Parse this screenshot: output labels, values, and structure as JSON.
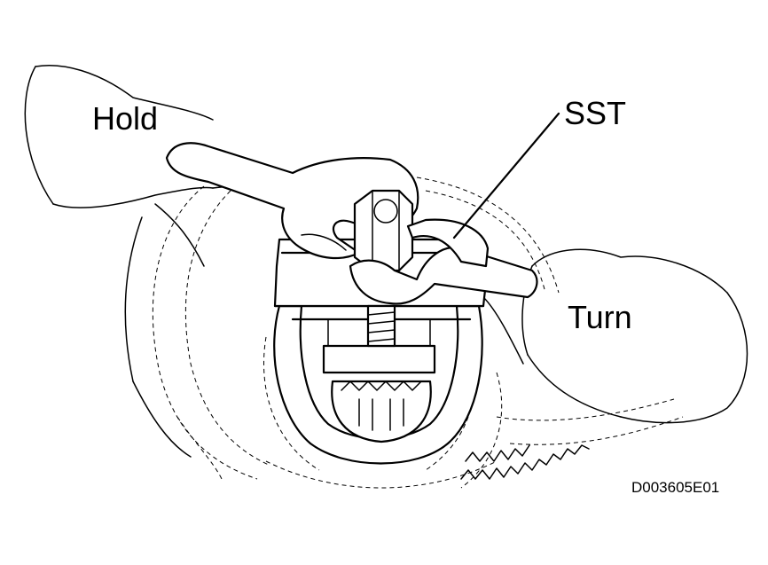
{
  "labels": {
    "hold": "Hold",
    "sst": "SST",
    "turn": "Turn",
    "figure_id": "D003605E01"
  },
  "colors": {
    "line": "#000000",
    "background": "#ffffff"
  }
}
